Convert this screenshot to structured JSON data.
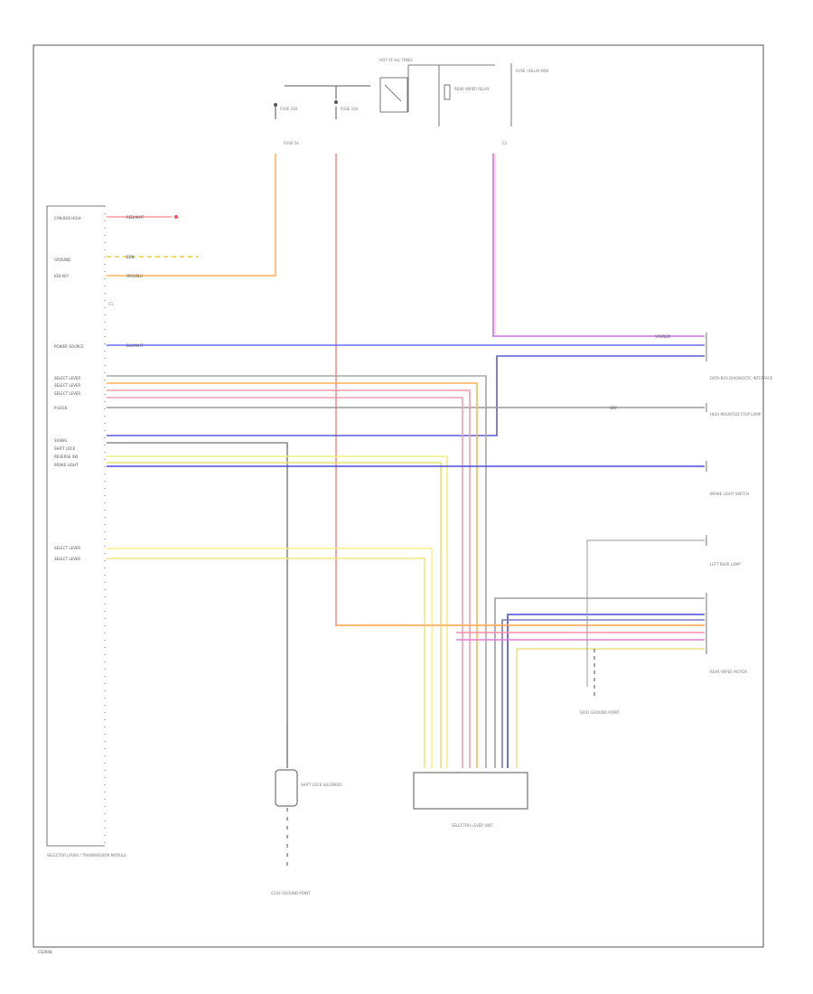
{
  "diagram": {
    "fuse_labels": [
      "HOT AT ALL TIMES",
      "FUSE 15A",
      "FUSE 10A",
      "FUSE 5A"
    ],
    "relay_label": "REAR WIPER RELAY",
    "fuse_box_label": "FUSE / RELAY BOX",
    "module": {
      "name": "SELECTOR LEVER / TRANSMISSION MODULE",
      "pin_labels": [
        "CAN-BUS HIGH",
        "GROUND",
        "IGN KEY",
        "POWER SOURCE",
        "SELECT LEVER",
        "SELECT LEVER",
        "SELECT LEVER",
        "P-LOCK",
        "SIGNAL",
        "SHIFT LOCK",
        "REVERSE SW",
        "BRAKE LIGHT",
        "SELECT LEVER",
        "SELECT LEVER"
      ],
      "connector_id": "C1"
    },
    "wire_colors": {
      "red_pink": "RED/WHT",
      "orange": "ORG/BLU",
      "yellow_dash": "BRN",
      "blue": "BLU/WHT",
      "violet_a": "VIO/RED",
      "gray": "GRY"
    },
    "right_components": [
      "DATA BUS DIAGNOSTIC INTERFACE",
      "HIGH MOUNTED STOP LAMP",
      "BRAKE LIGHT SWITCH",
      "LEFT REAR LAMP",
      "REAR WIPER MOTOR"
    ],
    "bottom_components": {
      "selector": "SELECTOR LEVER UNIT",
      "shift_lock": "SHIFT LOCK SOLENOID",
      "ground_left": "G104 GROUND POINT",
      "ground_right": "G401 GROUND POINT"
    },
    "footer_code": "CS2948"
  }
}
